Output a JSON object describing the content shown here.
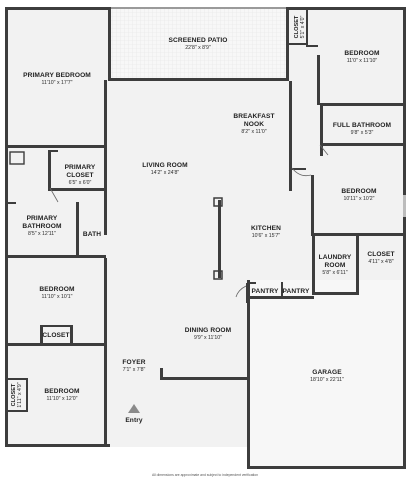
{
  "rooms": {
    "screened_patio": {
      "name": "SCREENED PATIO",
      "dims": "22'8\" x 8'9\""
    },
    "primary_bedroom": {
      "name": "PRIMARY BEDROOM",
      "dims": "11'10\" x 17'7\""
    },
    "closet_top": {
      "name": "CLOSET",
      "dims": "5'1\" x 4'0\""
    },
    "bedroom_ne": {
      "name": "BEDROOM",
      "dims": "11'0\" x 11'10\""
    },
    "breakfast_nook": {
      "name": "BREAKFAST NOOK",
      "name_line1": "BREAKFAST",
      "name_line2": "NOOK",
      "dims": "8'2\" x 11'0\""
    },
    "full_bathroom": {
      "name": "FULL BATHROOM",
      "dims": "9'8\" x 5'3\""
    },
    "primary_closet": {
      "name": "PRIMARY CLOSET",
      "name_line1": "PRIMARY",
      "name_line2": "CLOSET",
      "dims": "6'5\" x 6'0\""
    },
    "living_room": {
      "name": "LIVING ROOM",
      "dims": "14'2\" x 24'8\""
    },
    "bedroom_e": {
      "name": "BEDROOM",
      "dims": "10'11\" x 10'2\""
    },
    "primary_bathroom": {
      "name": "PRIMARY BATHROOM",
      "name_line1": "PRIMARY",
      "name_line2": "BATHROOM",
      "dims": "8'5\" x 12'11\""
    },
    "bath": {
      "name": "BATH"
    },
    "kitchen": {
      "name": "KITCHEN",
      "dims": "10'6\" x 15'7\""
    },
    "laundry_room": {
      "name": "LAUNDRY ROOM",
      "name_line1": "LAUNDRY",
      "name_line2": "ROOM",
      "dims": "5'8\" x 6'11\""
    },
    "closet_right": {
      "name": "CLOSET",
      "dims": "4'11\" x 4'8\""
    },
    "bedroom_w": {
      "name": "BEDROOM",
      "dims": "11'10\" x 10'1\""
    },
    "pantry_left": {
      "name": "PANTRY"
    },
    "pantry_right": {
      "name": "PANTRY"
    },
    "closet_mid": {
      "name": "CLOSET"
    },
    "dining_room": {
      "name": "DINING ROOM",
      "dims": "9'9\" x 11'10\""
    },
    "foyer": {
      "name": "FOYER",
      "dims": "7'1\" x 7'8\""
    },
    "garage": {
      "name": "GARAGE",
      "dims": "18'10\" x 22'11\""
    },
    "closet_sw": {
      "name": "CLOSET",
      "dims": "1'11\" x 4'9\""
    },
    "bedroom_sw": {
      "name": "BEDROOM",
      "dims": "11'10\" x 12'0\""
    }
  },
  "entry": {
    "label": "Entry",
    "arrow_icon": "entry-arrow-icon"
  },
  "footnote": "All dimensions are approximate and subject to independent verification",
  "colors": {
    "wall": "#3d3d3d",
    "floor": "#f2f2f2",
    "patio_screen": "#e6e6e6"
  }
}
